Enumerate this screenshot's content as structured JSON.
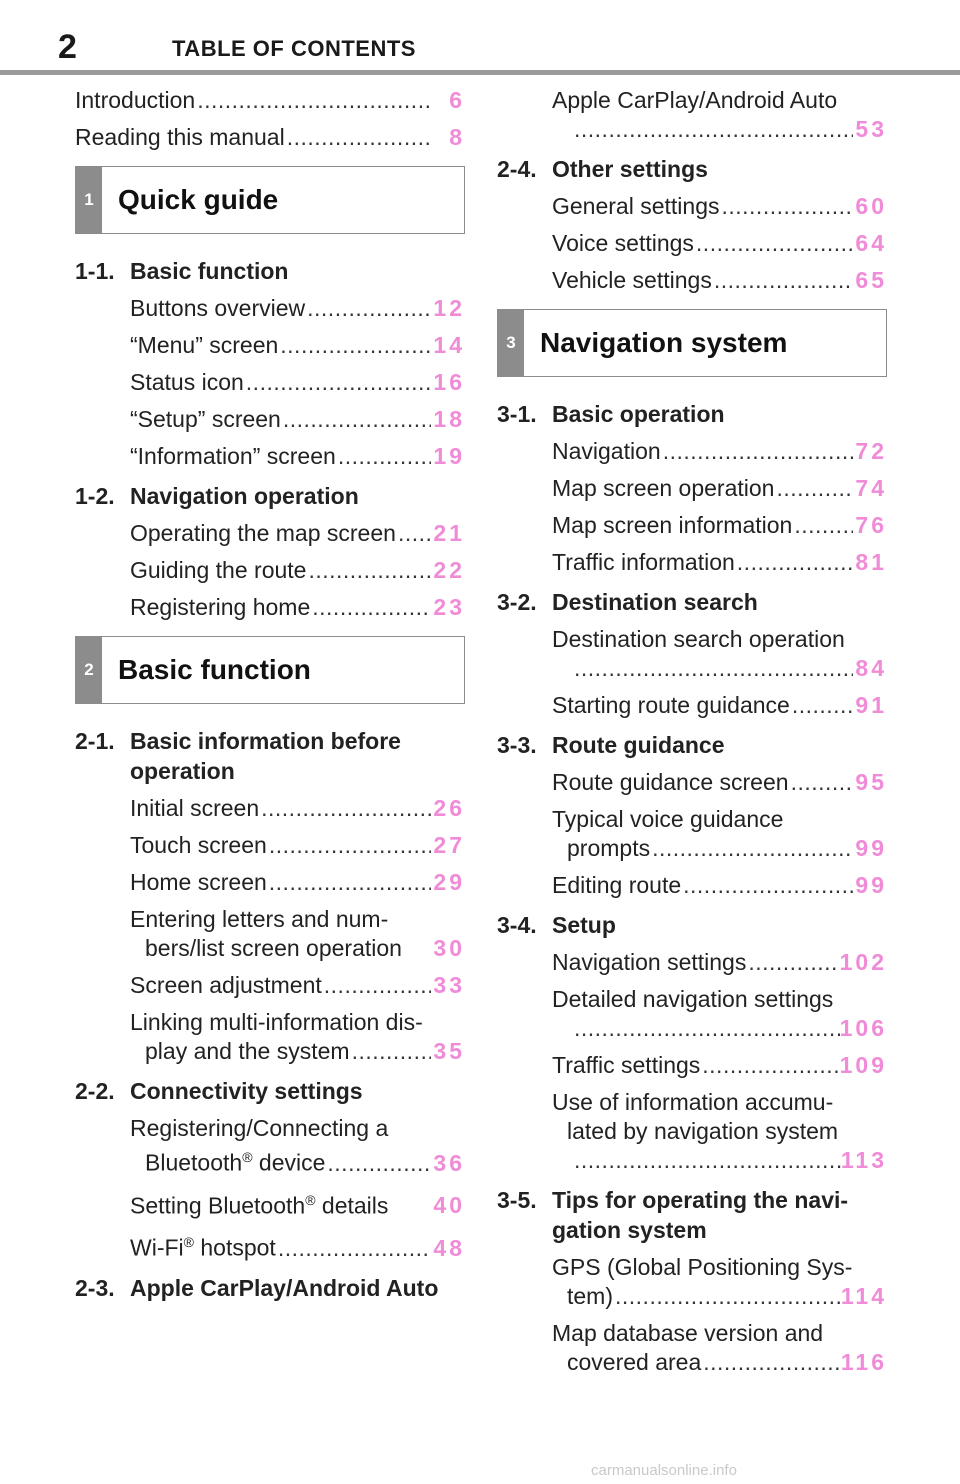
{
  "header": {
    "page_number": "2",
    "title": "TABLE OF CONTENTS"
  },
  "left": {
    "intro": [
      {
        "label": "Introduction",
        "page": "6"
      },
      {
        "label": "Reading this manual",
        "page": "8"
      }
    ],
    "chapter1": {
      "tab": "1",
      "title": "Quick guide"
    },
    "sec_1_1": {
      "num": "1-1.",
      "title": "Basic function"
    },
    "sec_1_1_items": [
      {
        "label": "Buttons overview",
        "page": "12"
      },
      {
        "label": "“Menu” screen",
        "page": "14"
      },
      {
        "label": "Status icon",
        "page": "16"
      },
      {
        "label": "“Setup” screen",
        "page": "18"
      },
      {
        "label": "“Information” screen",
        "page": "19"
      }
    ],
    "sec_1_2": {
      "num": "1-2.",
      "title": "Navigation operation"
    },
    "sec_1_2_items": [
      {
        "label": "Operating the map screen",
        "page": "21"
      },
      {
        "label": "Guiding the route",
        "page": "22"
      },
      {
        "label": "Registering home",
        "page": "23"
      }
    ],
    "chapter2": {
      "tab": "2",
      "title": "Basic function"
    },
    "sec_2_1": {
      "num": "2-1.",
      "title": "Basic information before operation"
    },
    "sec_2_1_items": {
      "initial": {
        "label": "Initial screen",
        "page": "26"
      },
      "touch": {
        "label": "Touch screen",
        "page": "27"
      },
      "home": {
        "label": "Home screen",
        "page": "29"
      },
      "entering": {
        "line1": "Entering letters and num-",
        "line2": "bers/list screen operation",
        "page": "30"
      },
      "adjust": {
        "label": "Screen adjustment",
        "page": "33"
      },
      "linking": {
        "line1": "Linking multi-information dis-",
        "line2": "play and the system",
        "page": "35"
      }
    },
    "sec_2_2": {
      "num": "2-2.",
      "title": "Connectivity settings"
    },
    "sec_2_2_items": {
      "registering": {
        "line1": "Registering/Connecting a",
        "line2_a": "Bluetooth",
        "reg": "®",
        "line2_b": " device",
        "page": "36"
      },
      "setting_bt": {
        "a": "Setting Bluetooth",
        "reg": "®",
        "b": " details",
        "page": "40"
      },
      "wifi": {
        "a": "Wi-Fi",
        "reg": "®",
        "b": " hotspot",
        "page": "48"
      }
    },
    "sec_2_3": {
      "num": "2-3.",
      "title": "Apple CarPlay/Android Auto"
    }
  },
  "right": {
    "carplay": {
      "line1": "Apple CarPlay/Android Auto",
      "page": "53"
    },
    "sec_2_4": {
      "num": "2-4.",
      "title": "Other settings"
    },
    "sec_2_4_items": [
      {
        "label": "General settings",
        "page": "60"
      },
      {
        "label": "Voice settings",
        "page": "64"
      },
      {
        "label": "Vehicle settings",
        "page": "65"
      }
    ],
    "chapter3": {
      "tab": "3",
      "title": "Navigation system"
    },
    "sec_3_1": {
      "num": "3-1.",
      "title": "Basic operation"
    },
    "sec_3_1_items": [
      {
        "label": "Navigation",
        "page": "72"
      },
      {
        "label": "Map screen operation",
        "page": "74"
      },
      {
        "label": "Map screen information",
        "page": "76"
      },
      {
        "label": "Traffic information",
        "page": "81"
      }
    ],
    "sec_3_2": {
      "num": "3-2.",
      "title": "Destination search"
    },
    "sec_3_2_items": {
      "dest": {
        "line1": "Destination search operation",
        "page": "84"
      },
      "start": {
        "label": "Starting route guidance",
        "page": "91"
      }
    },
    "sec_3_3": {
      "num": "3-3.",
      "title": "Route guidance"
    },
    "sec_3_3_items": {
      "screen": {
        "label": "Route guidance screen",
        "page": "95"
      },
      "typical": {
        "line1": "Typical voice guidance",
        "line2": "prompts",
        "page": "99"
      },
      "editing": {
        "label": "Editing route",
        "page": "99"
      }
    },
    "sec_3_4": {
      "num": "3-4.",
      "title": "Setup"
    },
    "sec_3_4_items": {
      "nav": {
        "label": "Navigation settings",
        "page": "102"
      },
      "detailed": {
        "line1": "Detailed navigation settings",
        "page": "106"
      },
      "traffic": {
        "label": "Traffic settings",
        "page": "109"
      },
      "use": {
        "line1": "Use of information accumu-",
        "line2": "lated by navigation system",
        "page": "113"
      }
    },
    "sec_3_5": {
      "num": "3-5.",
      "title": "Tips for operating the navi-gation system",
      "title_a": "Tips for operating the navi-",
      "title_b": "gation system"
    },
    "sec_3_5_items": {
      "gps": {
        "line1": "GPS (Global Positioning Sys-",
        "line2": "tem)",
        "page": "114"
      },
      "mapdb": {
        "line1": "Map database version and",
        "line2": "covered area",
        "page": "116"
      }
    }
  },
  "footer": {
    "watermark": "carmanualsonline.info"
  },
  "colors": {
    "page_accent": "#f08bd7",
    "tab_gray": "#8c8c8c",
    "rule_gray": "#9a9a9a"
  }
}
